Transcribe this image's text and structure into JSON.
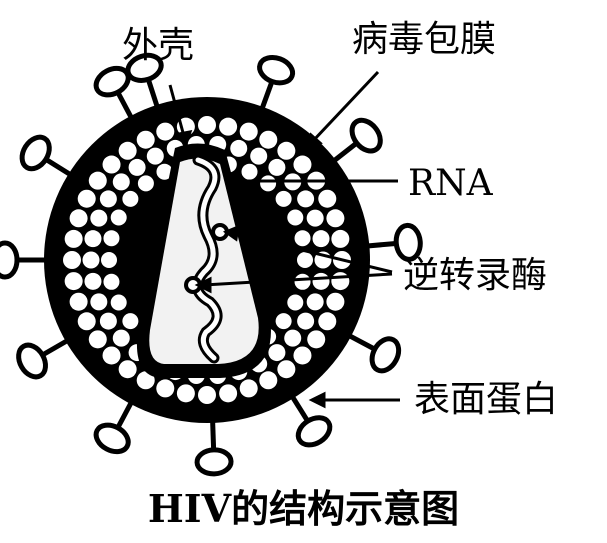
{
  "labels": {
    "capsid": "外壳",
    "envelope": "病毒包膜",
    "rna": "RNA",
    "reverse_transcriptase": "逆转录酶",
    "surface_protein": "表面蛋白"
  },
  "caption": "HIV的结构示意图",
  "colors": {
    "ink": "#000000",
    "background": "#ffffff",
    "core": "#f2f2f2"
  }
}
